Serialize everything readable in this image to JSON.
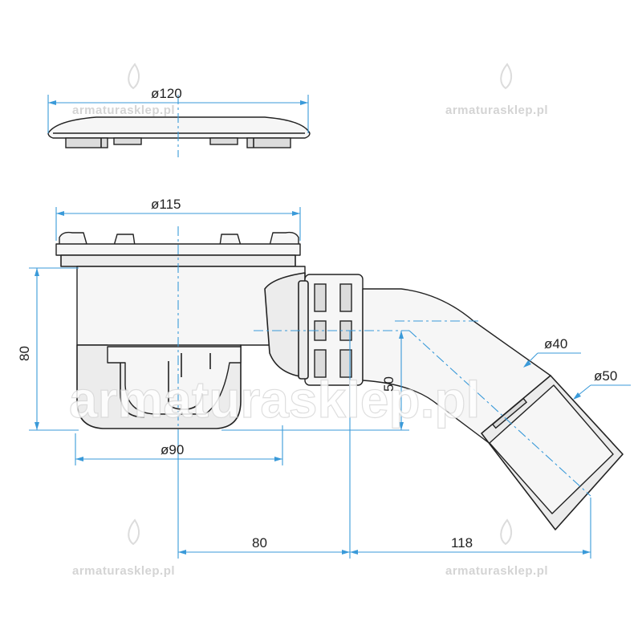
{
  "dimensions": {
    "lid_diameter": "ø120",
    "body_diameter": "ø115",
    "bottom_diameter": "ø90",
    "height": "80",
    "outlet_inner": "ø40",
    "outlet_outer": "ø50",
    "outlet_axis_height": "50",
    "offset_to_axis": "80",
    "outlet_reach": "118"
  },
  "watermarks": {
    "small": "armaturasklep.pl",
    "large": "armaturasklep.pl"
  },
  "colors": {
    "dimension_line": "#3a9ad9",
    "outline": "#222222",
    "part_fill": "#ececec"
  }
}
